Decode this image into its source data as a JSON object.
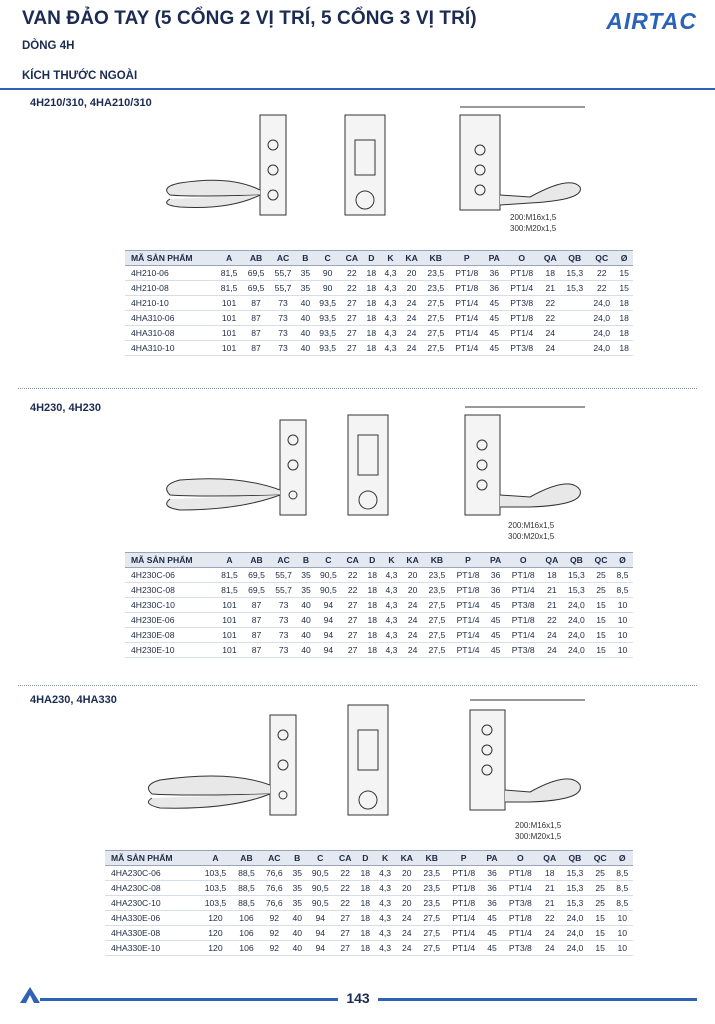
{
  "header": {
    "title": "VAN ĐẢO TAY (5 CỔNG 2 VỊ TRÍ, 5 CỔNG 3 VỊ TRÍ)",
    "logo": "AIRTAC",
    "series": "DÒNG 4H",
    "dimension_heading": "KÍCH THƯỚC NGOÀI"
  },
  "colors": {
    "accent": "#2e62b3",
    "header_bg": "#e4e8f0",
    "text": "#1b2b52"
  },
  "columns": [
    "MÃ SẢN PHẨM",
    "A",
    "AB",
    "AC",
    "B",
    "C",
    "CA",
    "D",
    "K",
    "KA",
    "KB",
    "P",
    "PA",
    "O",
    "QA",
    "QB",
    "QC",
    "Ø"
  ],
  "sections": [
    {
      "label": "4H210/310, 4HA210/310",
      "thread_labels": [
        "200:M16x1,5",
        "300:M20x1,5"
      ],
      "rows": [
        [
          "4H210-06",
          "81,5",
          "69,5",
          "55,7",
          "35",
          "90",
          "22",
          "18",
          "4,3",
          "20",
          "23,5",
          "PT1/8",
          "36",
          "PT1/8",
          "18",
          "15,3",
          "22",
          "15"
        ],
        [
          "4H210-08",
          "81,5",
          "69,5",
          "55,7",
          "35",
          "90",
          "22",
          "18",
          "4,3",
          "20",
          "23,5",
          "PT1/8",
          "36",
          "PT1/4",
          "21",
          "15,3",
          "22",
          "15"
        ],
        [
          "4H210-10",
          "101",
          "87",
          "73",
          "40",
          "93,5",
          "27",
          "18",
          "4,3",
          "24",
          "27,5",
          "PT1/4",
          "45",
          "PT3/8",
          "22",
          "",
          "24,0",
          "18"
        ],
        [
          "4HA310-06",
          "101",
          "87",
          "73",
          "40",
          "93,5",
          "27",
          "18",
          "4,3",
          "24",
          "27,5",
          "PT1/4",
          "45",
          "PT1/8",
          "22",
          "",
          "24,0",
          "18"
        ],
        [
          "4HA310-08",
          "101",
          "87",
          "73",
          "40",
          "93,5",
          "27",
          "18",
          "4,3",
          "24",
          "27,5",
          "PT1/4",
          "45",
          "PT1/4",
          "24",
          "",
          "24,0",
          "18"
        ],
        [
          "4HA310-10",
          "101",
          "87",
          "73",
          "40",
          "93,5",
          "27",
          "18",
          "4,3",
          "24",
          "27,5",
          "PT1/4",
          "45",
          "PT3/8",
          "24",
          "",
          "24,0",
          "18"
        ]
      ]
    },
    {
      "label": "4H230, 4H230",
      "thread_labels": [
        "200:M16x1,5",
        "300:M20x1,5"
      ],
      "rows": [
        [
          "4H230C-06",
          "81,5",
          "69,5",
          "55,7",
          "35",
          "90,5",
          "22",
          "18",
          "4,3",
          "20",
          "23,5",
          "PT1/8",
          "36",
          "PT1/8",
          "18",
          "15,3",
          "25",
          "8,5"
        ],
        [
          "4H230C-08",
          "81,5",
          "69,5",
          "55,7",
          "35",
          "90,5",
          "22",
          "18",
          "4,3",
          "20",
          "23,5",
          "PT1/8",
          "36",
          "PT1/4",
          "21",
          "15,3",
          "25",
          "8,5"
        ],
        [
          "4H230C-10",
          "101",
          "87",
          "73",
          "40",
          "94",
          "27",
          "18",
          "4,3",
          "24",
          "27,5",
          "PT1/4",
          "45",
          "PT3/8",
          "21",
          "24,0",
          "15",
          "10"
        ],
        [
          "4H230E-06",
          "101",
          "87",
          "73",
          "40",
          "94",
          "27",
          "18",
          "4,3",
          "24",
          "27,5",
          "PT1/4",
          "45",
          "PT1/8",
          "22",
          "24,0",
          "15",
          "10"
        ],
        [
          "4H230E-08",
          "101",
          "87",
          "73",
          "40",
          "94",
          "27",
          "18",
          "4,3",
          "24",
          "27,5",
          "PT1/4",
          "45",
          "PT1/4",
          "24",
          "24,0",
          "15",
          "10"
        ],
        [
          "4H230E-10",
          "101",
          "87",
          "73",
          "40",
          "94",
          "27",
          "18",
          "4,3",
          "24",
          "27,5",
          "PT1/4",
          "45",
          "PT3/8",
          "24",
          "24,0",
          "15",
          "10"
        ]
      ]
    },
    {
      "label": "4HA230, 4HA330",
      "thread_labels": [
        "200:M16x1,5",
        "300:M20x1,5"
      ],
      "rows": [
        [
          "4HA230C-06",
          "103,5",
          "88,5",
          "76,6",
          "35",
          "90,5",
          "22",
          "18",
          "4,3",
          "20",
          "23,5",
          "PT1/8",
          "36",
          "PT1/8",
          "18",
          "15,3",
          "25",
          "8,5"
        ],
        [
          "4HA230C-08",
          "103,5",
          "88,5",
          "76,6",
          "35",
          "90,5",
          "22",
          "18",
          "4,3",
          "20",
          "23,5",
          "PT1/8",
          "36",
          "PT1/4",
          "21",
          "15,3",
          "25",
          "8,5"
        ],
        [
          "4HA230C-10",
          "103,5",
          "88,5",
          "76,6",
          "35",
          "90,5",
          "22",
          "18",
          "4,3",
          "20",
          "23,5",
          "PT1/8",
          "36",
          "PT3/8",
          "21",
          "15,3",
          "25",
          "8,5"
        ],
        [
          "4HA330E-06",
          "120",
          "106",
          "92",
          "40",
          "94",
          "27",
          "18",
          "4,3",
          "24",
          "27,5",
          "PT1/4",
          "45",
          "PT1/8",
          "22",
          "24,0",
          "15",
          "10"
        ],
        [
          "4HA330E-08",
          "120",
          "106",
          "92",
          "40",
          "94",
          "27",
          "18",
          "4,3",
          "24",
          "27,5",
          "PT1/4",
          "45",
          "PT1/4",
          "24",
          "24,0",
          "15",
          "10"
        ],
        [
          "4HA330E-10",
          "120",
          "106",
          "92",
          "40",
          "94",
          "27",
          "18",
          "4,3",
          "24",
          "27,5",
          "PT1/4",
          "45",
          "PT3/8",
          "24",
          "24,0",
          "15",
          "10"
        ]
      ]
    }
  ],
  "footer": {
    "page_number": "143"
  }
}
